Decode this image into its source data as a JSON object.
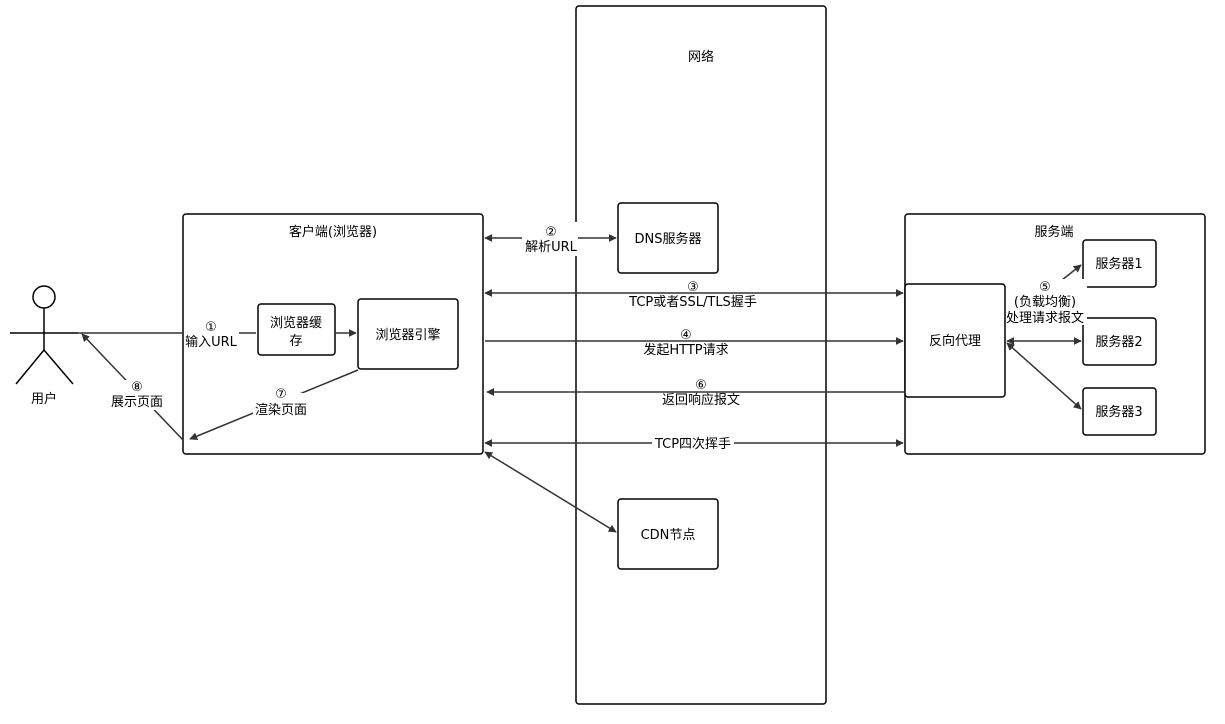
{
  "network": {
    "title": "网络"
  },
  "client": {
    "title": "客户端(浏览器)"
  },
  "server": {
    "title": "服务端"
  },
  "user": {
    "label": "用户"
  },
  "nodes": {
    "dns": "DNS服务器",
    "cdn": "CDN节点",
    "cache_line1": "浏览器缓",
    "cache_line2": "存",
    "engine": "浏览器引擎",
    "proxy": "反向代理",
    "server1": "服务器1",
    "server2": "服务器2",
    "server3": "服务器3"
  },
  "steps": {
    "s1_num": "①",
    "s1_text": "输入URL",
    "s2_num": "②",
    "s2_text": "解析URL",
    "s3_num": "③",
    "s3_text": "TCP或者SSL/TLS握手",
    "s4_num": "④",
    "s4_text": "发起HTTP请求",
    "s5_num": "⑤",
    "s5_text1": "(负载均衡)",
    "s5_text2": "处理请求报文",
    "s6_num": "⑥",
    "s6_text": "返回响应报文",
    "s7_num": "⑦",
    "s7_text": "渲染页面",
    "s8_num": "⑧",
    "s8_text": "展示页面",
    "teardown": "TCP四次挥手"
  },
  "colors": {
    "stroke": "#000000",
    "line": "#333333",
    "background": "#ffffff"
  }
}
